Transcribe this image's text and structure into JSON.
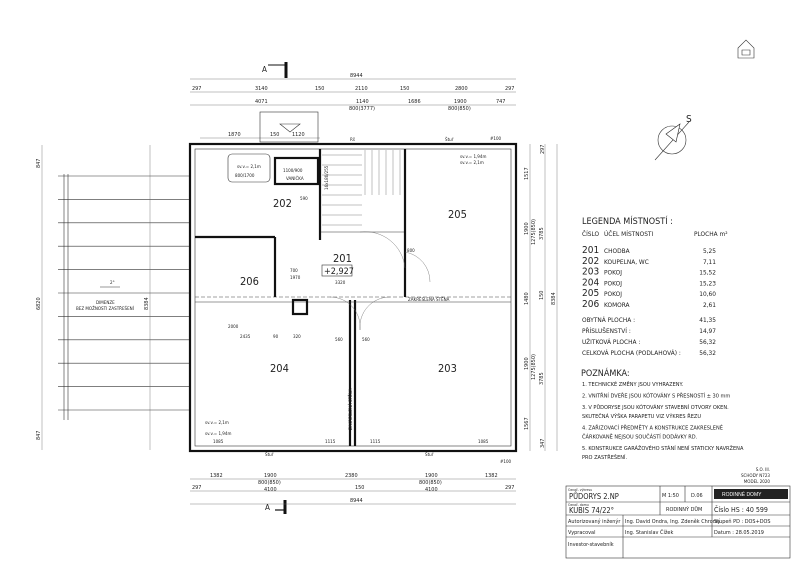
{
  "plan": {
    "section_mark": "A",
    "compass": "S",
    "rooms": {
      "r201": "201",
      "r201_level": "+2,927",
      "r202": "202",
      "r203": "203",
      "r204": "204",
      "r205": "205",
      "r206": "206"
    },
    "top_dims": {
      "total": "8944",
      "row2": [
        "297",
        "3140",
        "150",
        "2110",
        "150",
        "2800",
        "297"
      ],
      "row3": [
        "4071",
        "1140",
        "800(3777)",
        "1686",
        "1900",
        "800(850)",
        "747"
      ],
      "row4": [
        "1870",
        "150",
        "1120"
      ]
    },
    "bottom_dims": {
      "row1": [
        "1382",
        "1900",
        "800(850)",
        "2380",
        "1900",
        "800(850)",
        "1382"
      ],
      "row2": [
        "297",
        "4100",
        "150",
        "4100",
        "297"
      ],
      "total": "8944"
    },
    "left_dims": {
      "total": "6820",
      "top": "847",
      "bottom": "847",
      "inner": "8384"
    },
    "right_dims": [
      "297",
      "1517",
      "1900",
      "1275(850)",
      "1480",
      "1900",
      "1275(850)",
      "1567",
      "347",
      "3785",
      "150",
      "3785",
      "8384"
    ],
    "annotations": {
      "bath_height": "sv.v.= 2,1m",
      "bath_size": "800/1700",
      "shower": "1100/900",
      "shower_label": "VANIČKA",
      "stair": "16x180/255",
      "pergola_line1": "DIMENZE",
      "pergola_line2": "BEZ MOŽNOSTI ZASTŘEŠENÍ",
      "slope": "2°",
      "window_205_a": "sv.v.= 1,94m",
      "window_205_b": "sv.v.= 2,1m",
      "window_204_a": "sv.v.= 2,1m",
      "window_204_b": "sv.v.= 1,94m",
      "door_700": "700",
      "door_1970": "1970",
      "door_800": "800",
      "dim_3320": "3320",
      "dim_590": "590",
      "dim_2000": "2000",
      "dim_2435": "2435",
      "dim_90": "90",
      "dim_320": "320",
      "dim_560a": "560",
      "dim_560b": "560",
      "dim_1085a": "1085",
      "dim_1115a": "1115",
      "dim_1115b": "1115",
      "dim_1085b": "1085",
      "strut_top": "Rš",
      "strut_a": "Štuř",
      "strut_b": "Štuř",
      "strut_c": "Štuř",
      "level_100a": "#100",
      "level_100b": "#100",
      "wall_note": "ZAKRESLENÁ STĚNA",
      "wall_note2": "ZAKRESLENÁ STĚNA"
    }
  },
  "legend": {
    "title": "LEGENDA MÍSTNOSTÍ :",
    "col_number": "ČÍSLO",
    "col_purpose": "ÚČEL MÍSTNOSTI",
    "col_area": "PLOCHA m²",
    "rooms": [
      {
        "num": "201",
        "name": "CHODBA",
        "area": "5,25"
      },
      {
        "num": "202",
        "name": "KOUPELNA, WC",
        "area": "7,11"
      },
      {
        "num": "203",
        "name": "POKOJ",
        "area": "15,52"
      },
      {
        "num": "204",
        "name": "POKOJ",
        "area": "15,23"
      },
      {
        "num": "205",
        "name": "POKOJ",
        "area": "10,60"
      },
      {
        "num": "206",
        "name": "KOMORA",
        "area": "2,61"
      }
    ],
    "totals": [
      {
        "label": "OBYTNÁ PLOCHA :",
        "value": "41,35"
      },
      {
        "label": "PŘÍSLUŠENSTVÍ :",
        "value": "14,97"
      },
      {
        "label": "UŽITKOVÁ PLOCHA :",
        "value": "56,32"
      },
      {
        "label": "CELKOVÁ PLOCHA (PODLAHOVÁ) :",
        "value": "56,32"
      }
    ]
  },
  "notes": {
    "title": "POZNÁMKA:",
    "items": [
      "1. TECHNICKÉ ZMĚNY JSOU VYHRAZENY.",
      "2. VNITŘNÍ DVEŘE JSOU KÓTOVÁNY S PŘESNOSTÍ ± 30 mm",
      "3. V PŮDORYSE JSOU KÓTOVÁNY STAVEBNÍ OTVORY OKEN.",
      "    SKUTEČNÁ VÝŠKA PARAPETU VIZ VÝKRES ŘEZU",
      "4. ZAŘIZOVACÍ PŘEDMĚTY A KONSTRUKCE ZAKRESLENÉ",
      "    ČÁRKOVANĚ NEJSOU SOUČÁSTÍ DODÁVKY RD.",
      "5. KONSTRUKCE GARÁŽOVÉHO STÁNÍ NENÍ STATICKY NAVRŽENA",
      "    PRO ZASTŘEŠENÍ."
    ]
  },
  "model_info": [
    "S.O. III.",
    "SCHODY N723",
    "MODEL 2020"
  ],
  "title_block": {
    "drawing_label": "Označ. výkresu",
    "drawing": "PŮDORYS 2.NP",
    "scale": "M 1:50",
    "sheet": "D.06",
    "company": "RODINNÉ DOMY",
    "house_label": "Označ. domu",
    "house": "KUBIS 74/22°",
    "type": "RODINNÝ DŮM",
    "hs_number": "Číslo HS : 40 599",
    "authorized_label": "Autorizovaný inženýr",
    "authorized": "Ing. David Ondra, Ing. Zdeněk Chromý",
    "stage": "Stupeň PD : DOS+DOS",
    "prepared_label": "Vypracoval",
    "prepared": "Ing. Stanislav Čížek",
    "date": "Datum :    28.05.2019",
    "investor_label": "Investor-stavebník"
  }
}
